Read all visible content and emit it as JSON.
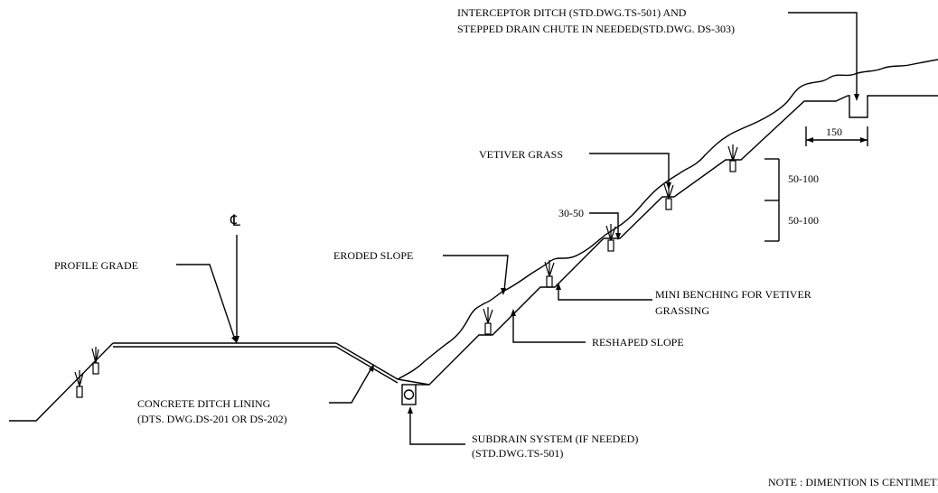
{
  "labels": {
    "interceptor_1": "INTERCEPTOR DITCH (STD.DWG.TS-501) AND",
    "interceptor_2": "STEPPED DRAIN CHUTE IN NEEDED(STD.DWG. DS-303)",
    "dim_150": "150",
    "vetiver_grass": "VETIVER GRASS",
    "dim_50_100_a": "50-100",
    "dim_50_100_b": "50-100",
    "dim_30_50": "30-50",
    "centerline": "℄",
    "eroded_slope": "ERODED SLOPE",
    "profile_grade": "PROFILE GRADE",
    "mini_bench_1": "MINI BENCHING FOR VETIVER",
    "mini_bench_2": "GRASSING",
    "reshaped_slope": "RESHAPED SLOPE",
    "concrete_ditch_1": "CONCRETE DITCH LINING",
    "concrete_ditch_2": "(DTS. DWG.DS-201 OR DS-202)",
    "subdrain_1": "SUBDRAIN SYSTEM (IF NEEDED)",
    "subdrain_2": "(STD.DWG.TS-501)",
    "note": "NOTE : DIMENTION IS CENTIMETRE"
  }
}
